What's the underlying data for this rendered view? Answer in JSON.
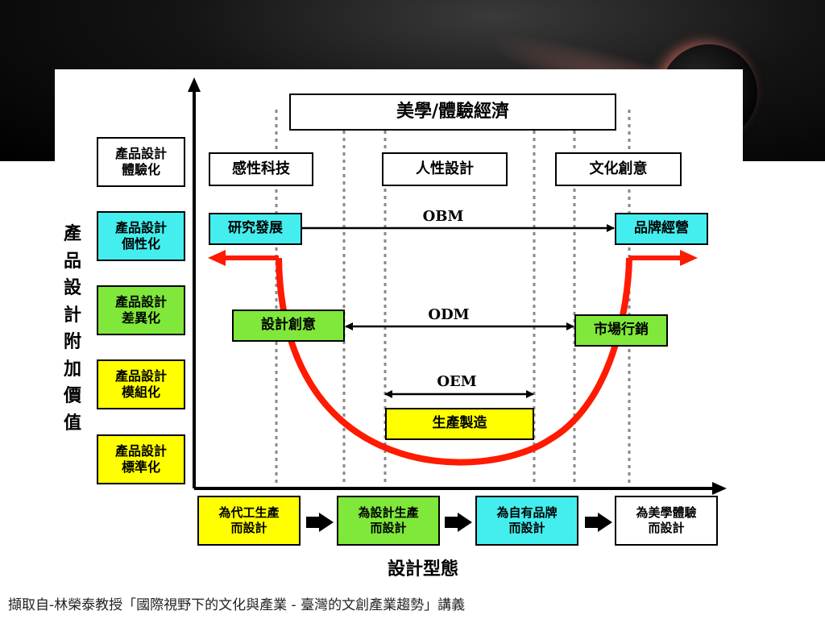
{
  "banner": "美學/體驗經濟",
  "categories": [
    "感性科技",
    "人性設計",
    "文化創意"
  ],
  "y_axis_label": "產品設計附加價值",
  "levels": [
    {
      "text": "產品設計\n體驗化",
      "color": "#ffffff"
    },
    {
      "text": "產品設計\n個性化",
      "color": "#44eeee"
    },
    {
      "text": "產品設計\n差異化",
      "color": "#7fe83a"
    },
    {
      "text": "產品設計\n模組化",
      "color": "#ffff00"
    },
    {
      "text": "產品設計\n標準化",
      "color": "#ffff00"
    }
  ],
  "stages": [
    {
      "left": "研究發展",
      "right": "品牌經營",
      "label": "OBM"
    },
    {
      "left": "設計創意",
      "right": "市場行銷",
      "label": "ODM"
    },
    {
      "center": "生產製造",
      "label": "OEM"
    }
  ],
  "x_axis_label": "設計型態",
  "design_types": [
    {
      "text": "為代工生產\n而設計",
      "color": "#ffff00"
    },
    {
      "text": "為設計生產\n而設計",
      "color": "#7fe83a"
    },
    {
      "text": "為自有品牌\n而設計",
      "color": "#44eeee"
    },
    {
      "text": "為美學體驗\n而設計",
      "color": "#ffffff"
    }
  ],
  "curve_color": "#ff1a00",
  "caption": "擷取自-林榮泰教授「國際視野下的文化與產業 - 臺灣的文創產業趨勢」講義"
}
